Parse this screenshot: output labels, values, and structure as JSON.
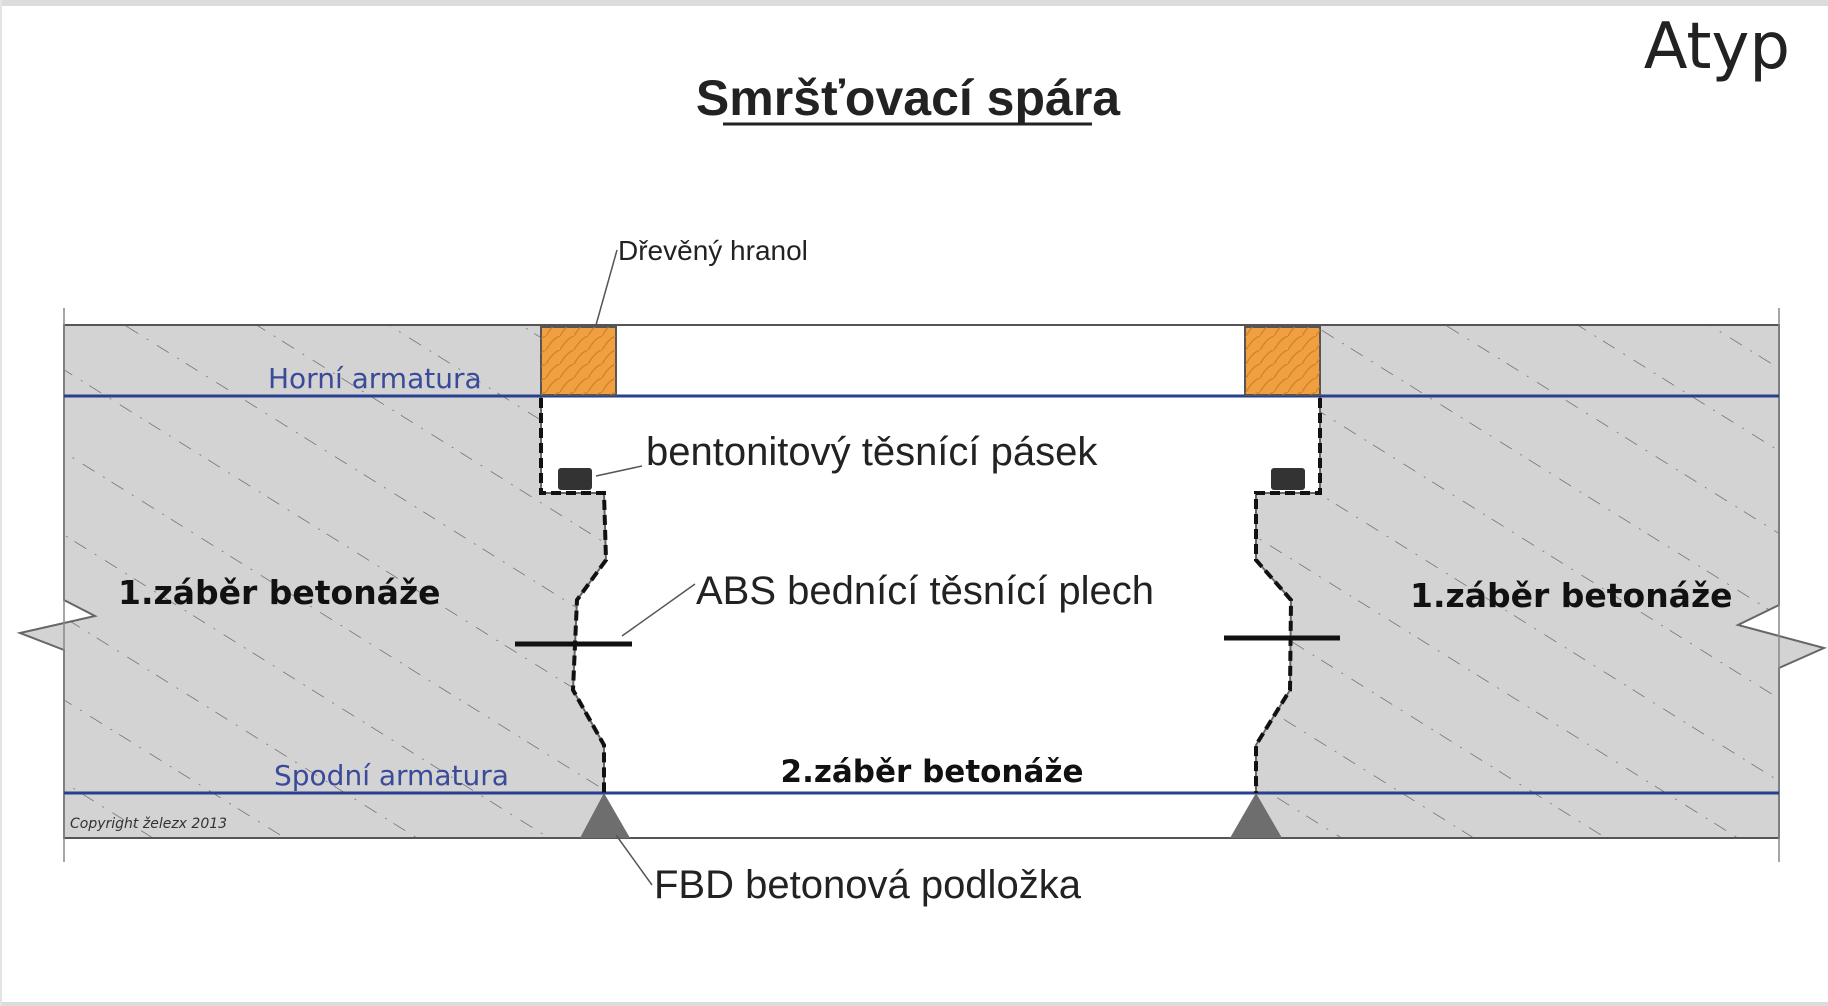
{
  "corner_label": "Atyp",
  "title": "Smršťovací spára",
  "labels": {
    "wood_block": "Dřevěný hranol",
    "top_rebar": "Horní armatura",
    "bottom_rebar": "Spodní armatura",
    "bentonite_strip": "bentonitový těsnící pásek",
    "abs_sheet": "ABS bednící těsnící plech",
    "first_pour_left": "1.záběr betonáže",
    "first_pour_right": "1.záběr betonáže",
    "second_pour": "2.záběr betonáže",
    "spacer": "FBD betonová podložka",
    "copyright": "Copyright železx 2013"
  },
  "colors": {
    "concrete": "#d3d3d3",
    "rebar_line": "#2a3f8f",
    "rebar_label": "#3a4a9a",
    "wood": "#f0a040",
    "wood_grain": "#c87820",
    "outline": "#555555",
    "spacer": "#6e6e6e",
    "frame": "#dcdcdc"
  }
}
